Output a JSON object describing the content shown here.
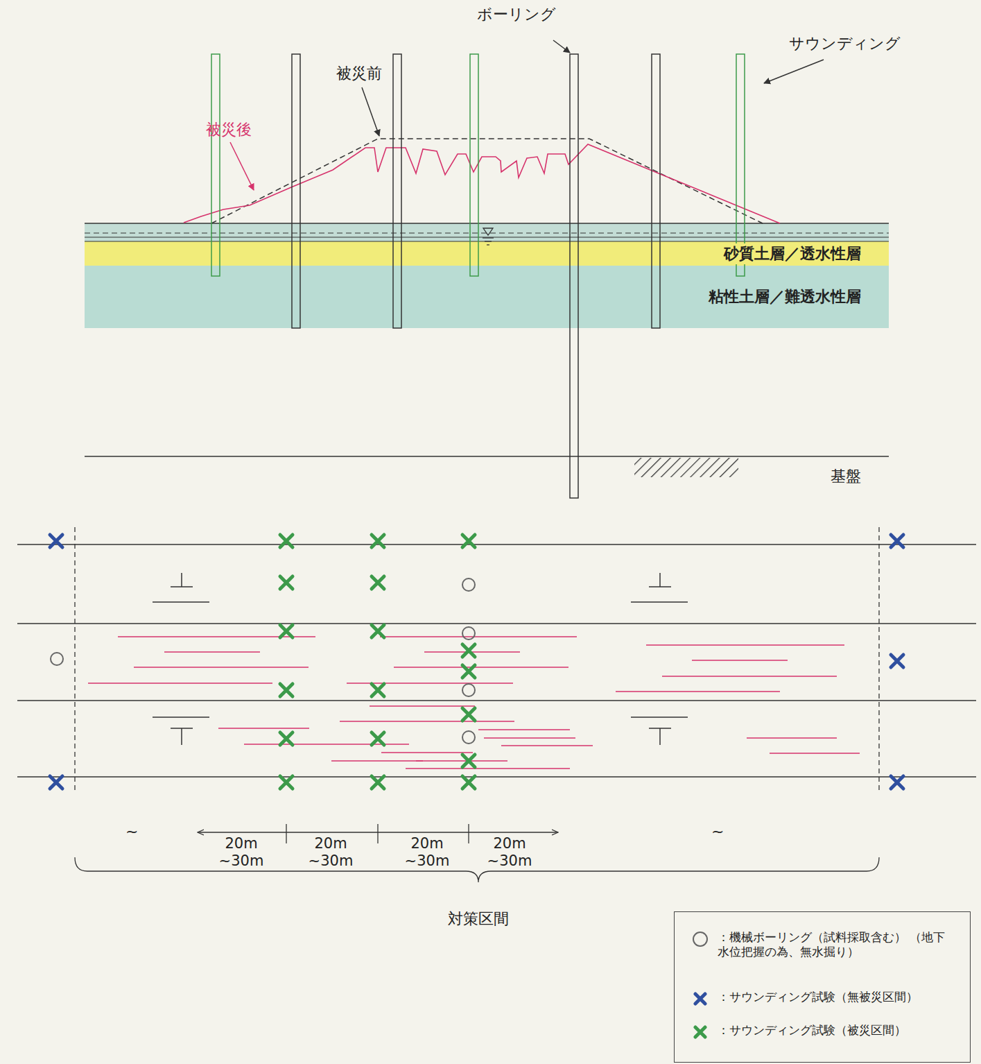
{
  "diagram": {
    "nodes": [
      {
        "text": [
          "砂質土層／透水性層"
        ]
      },
      {
        "text": [
          "粘性土層／難透水性層"
        ]
      }
    ],
    "labels": [
      "ボーリング",
      "サウンディング",
      "被災前",
      "被災後",
      "基盤",
      "~",
      "20m ~30m",
      "20m ~30m",
      "20m ~30m",
      "20m ~30m",
      "~",
      "対策区間"
    ],
    "legend": [
      {
        "text": "：機械ボーリング（試料採取含む） （地下水位把握の為、無水掘り）"
      },
      {
        "text": "：サウンディング試験（無被災区間）"
      },
      {
        "text": "：サウンディング試験（被災区間）"
      }
    ]
  }
}
